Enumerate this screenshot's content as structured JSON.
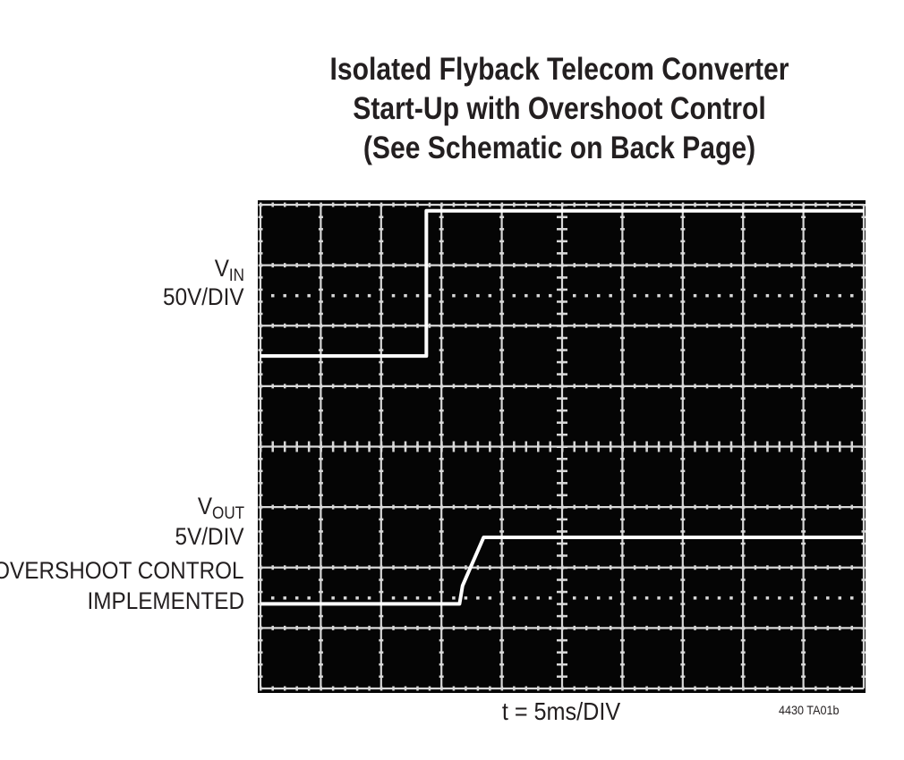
{
  "chart_data": {
    "type": "line",
    "title": "Isolated Flyback Telecom Converter Start-Up with Overshoot Control (See Schematic on Back Page)",
    "title_lines": [
      "Isolated Flyback Telecom Converter",
      "Start-Up with Overshoot Control",
      "(See Schematic on Back Page)"
    ],
    "xlabel": "t = 5ms/DIV",
    "grid": true,
    "x_divisions": 10,
    "y_divisions": 8,
    "figure_id": "4430 TA01b",
    "series": [
      {
        "name": "VIN",
        "scale": "50V/DIV",
        "x_div": [
          0,
          2.75,
          2.75,
          10
        ],
        "y_div_from_top": [
          2.5,
          2.5,
          0.1,
          0.1
        ]
      },
      {
        "name": "VOUT (Overshoot Control Implemented)",
        "scale": "5V/DIV",
        "x_div": [
          0,
          3.3,
          3.35,
          3.7,
          10
        ],
        "y_div_from_top": [
          6.6,
          6.6,
          6.3,
          5.5,
          5.5
        ]
      }
    ]
  },
  "labels": {
    "vin_name": "V",
    "vin_sub": "IN",
    "vin_scale": "50V/DIV",
    "vout_name": "V",
    "vout_sub": "OUT",
    "vout_scale": "5V/DIV",
    "overshoot_line1": "OVERSHOOT CONTROL",
    "overshoot_line2": "IMPLEMENTED"
  },
  "colors": {
    "screen": "#050505",
    "grid": "#d8d8d8",
    "trace": "#ffffff",
    "text": "#231f20"
  }
}
